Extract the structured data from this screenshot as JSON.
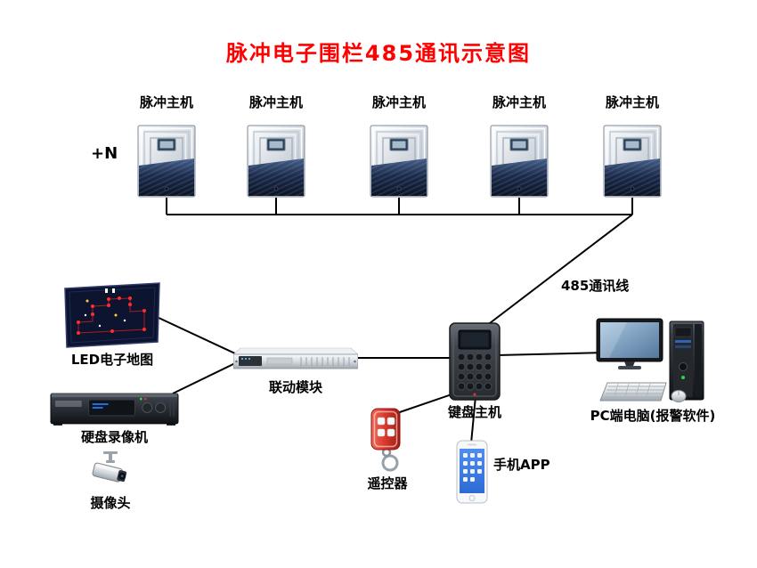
{
  "title": "脉冲电子围栏485通讯示意图",
  "annotations": {
    "plus_n": "+N",
    "cable": "485通讯线"
  },
  "hosts": [
    {
      "label": "脉冲主机"
    },
    {
      "label": "脉冲主机"
    },
    {
      "label": "脉冲主机"
    },
    {
      "label": "脉冲主机"
    },
    {
      "label": "脉冲主机"
    }
  ],
  "devices": {
    "led_map": {
      "label": "LED电子地图"
    },
    "linkage": {
      "label": "联动模块"
    },
    "dvr": {
      "label": "硬盘录像机"
    },
    "camera": {
      "label": "摄像头"
    },
    "keypad": {
      "label": "键盘主机"
    },
    "remote": {
      "label": "遥控器"
    },
    "phone": {
      "label": "手机APP"
    },
    "pc": {
      "label": "PC端电脑(报警软件)"
    }
  },
  "colors": {
    "title": "#ff0000",
    "wire": "#000000",
    "background": "#ffffff",
    "host_body": "#1c2c4d",
    "remote_body": "#d8362a"
  }
}
